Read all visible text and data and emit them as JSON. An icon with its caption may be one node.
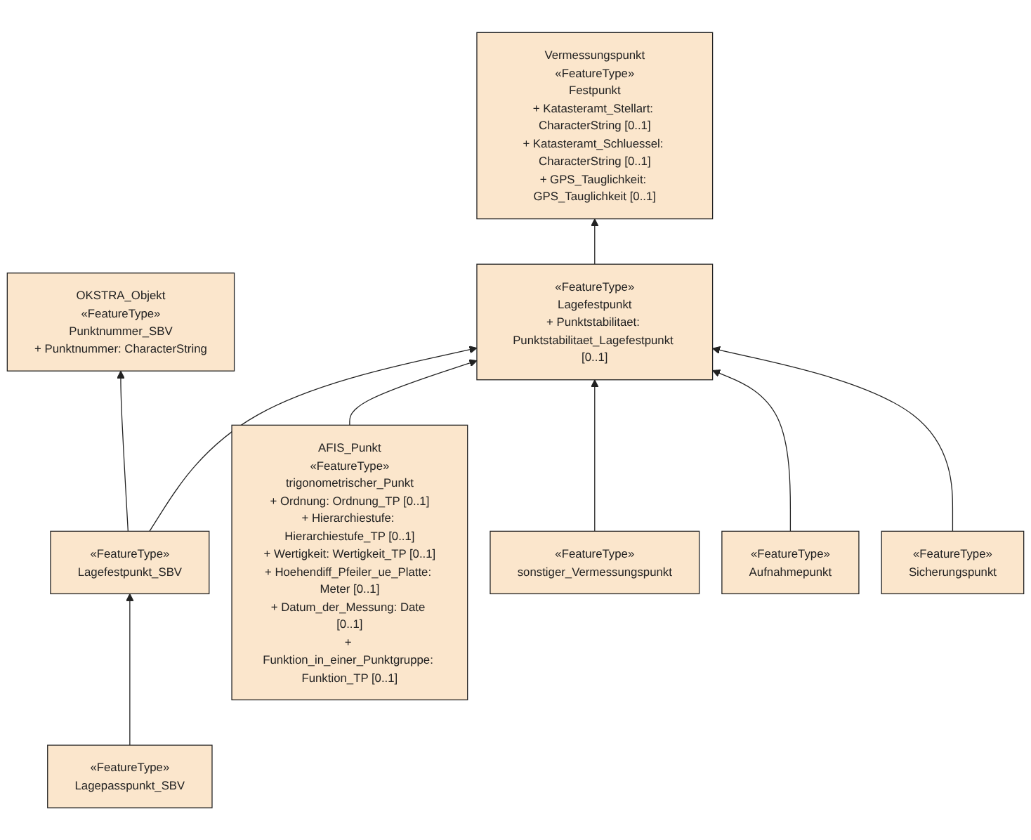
{
  "diagram": {
    "nodes": [
      {
        "text": [
          "Vermessungspunkt",
          "«FeatureType»",
          "Festpunkt",
          "+ Katasteramt_Stellart: CharacterString [0..1]",
          "+ Katasteramt_Schluessel: CharacterString [0..1]",
          "+ GPS_Tauglichkeit: GPS_Tauglichkeit [0..1]"
        ]
      },
      {
        "text": [
          "OKSTRA_Objekt",
          "«FeatureType»",
          "Punktnummer_SBV",
          "+ Punktnummer: CharacterString"
        ]
      },
      {
        "text": [
          "«FeatureType»",
          "Lagefestpunkt",
          "+ Punktstabilitaet: Punktstabilitaet_Lagefestpunkt [0..1]"
        ]
      },
      {
        "text": [
          "«FeatureType»",
          "Lagefestpunkt_SBV"
        ]
      },
      {
        "text": [
          "«FeatureType»",
          "Lagepasspunkt_SBV"
        ]
      },
      {
        "text": [
          "AFIS_Punkt",
          "«FeatureType»",
          "trigonometrischer_Punkt",
          "+ Ordnung: Ordnung_TP [0..1]",
          "+ Hierarchiestufe: Hierarchiestufe_TP [0..1]",
          "+ Wertigkeit: Wertigkeit_TP [0..1]",
          "+ Hoehendiff_Pfeiler_ue_Platte: Meter [0..1]",
          "+ Datum_der_Messung: Date [0..1]",
          "+ Funktion_in_einer_Punktgruppe: Funktion_TP [0..1]"
        ]
      },
      {
        "text": [
          "«FeatureType»",
          "sonstiger_Vermessungspunkt"
        ]
      },
      {
        "text": [
          "«FeatureType»",
          "Aufnahmepunkt"
        ]
      },
      {
        "text": [
          "«FeatureType»",
          "Sicherungspunkt"
        ]
      }
    ],
    "edges": [
      {
        "from": 2,
        "to": 0,
        "arrow": "to"
      },
      {
        "from": 3,
        "to": 1,
        "arrow": "to"
      },
      {
        "from": 3,
        "to": 2,
        "arrow": "to"
      },
      {
        "from": 4,
        "to": 3,
        "arrow": "to"
      },
      {
        "from": 5,
        "to": 2,
        "arrow": "to"
      },
      {
        "from": 6,
        "to": 2,
        "arrow": "to"
      },
      {
        "from": 7,
        "to": 2,
        "arrow": "to"
      },
      {
        "from": 8,
        "to": 2,
        "arrow": "to"
      }
    ]
  }
}
